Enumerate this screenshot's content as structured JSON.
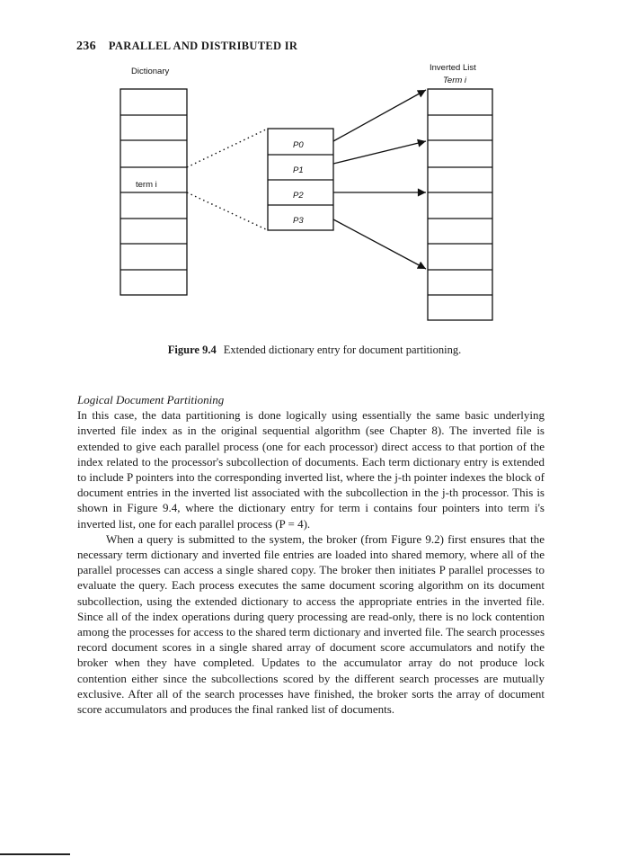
{
  "header": {
    "page_number": "236",
    "running_title": "PARALLEL AND DISTRIBUTED IR"
  },
  "figure": {
    "dictionary_label": "Dictionary",
    "inverted_list_label": "Inverted List",
    "inverted_term_label": "Term i",
    "term_cell_label": "term i",
    "pointers": [
      "P0",
      "P1",
      "P2",
      "P3"
    ],
    "caption_number": "Figure 9.4",
    "caption_text": "Extended dictionary entry for document partitioning."
  },
  "section": {
    "title": "Logical Document Partitioning",
    "paragraph_1": "In this case, the data partitioning is done logically using essentially the same basic underlying inverted file index as in the original sequential algorithm (see Chapter 8). The inverted file is extended to give each parallel process (one for each processor) direct access to that portion of the index related to the processor's subcollection of documents. Each term dictionary entry is extended to include P pointers into the corresponding inverted list, where the j-th pointer indexes the block of document entries in the inverted list associated with the subcollection in the j-th processor. This is shown in Figure 9.4, where the dictionary entry for term i contains four pointers into term i's inverted list, one for each parallel process (P = 4).",
    "paragraph_2": "When a query is submitted to the system, the broker (from Figure 9.2) first ensures that the necessary term dictionary and inverted file entries are loaded into shared memory, where all of the parallel processes can access a single shared copy. The broker then initiates P parallel processes to evaluate the query. Each process executes the same document scoring algorithm on its document subcollection, using the extended dictionary to access the appropriate entries in the inverted file. Since all of the index operations during query processing are read-only, there is no lock contention among the processes for access to the shared term dictionary and inverted file. The search processes record document scores in a single shared array of document score accumulators and notify the broker when they have completed. Updates to the accumulator array do not produce lock contention either since the subcollections scored by the different search processes are mutually exclusive. After all of the search processes have finished, the broker sorts the array of document score accumulators and produces the final ranked list of documents."
  }
}
